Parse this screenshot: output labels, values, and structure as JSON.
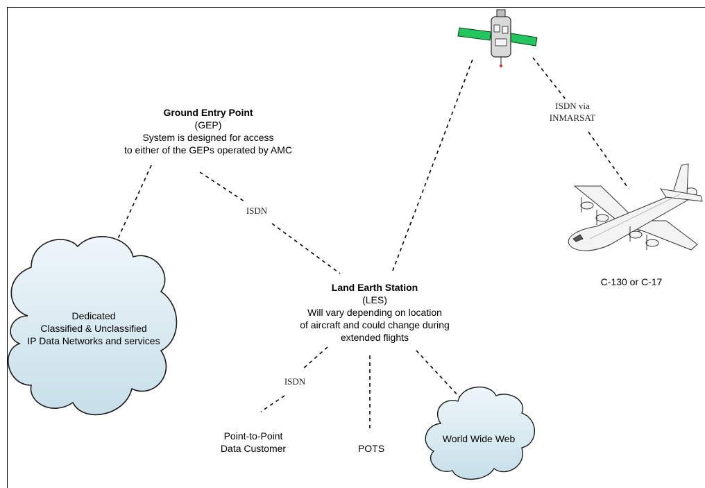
{
  "gep": {
    "title": "Ground Entry Point",
    "abbr": "(GEP)",
    "desc_line1": "System is designed for access",
    "desc_line2": "to either of the GEPs operated by AMC"
  },
  "les": {
    "title": "Land Earth Station",
    "abbr": "(LES)",
    "desc_line1": "Will vary depending on location",
    "desc_line2": "of aircraft and could change during",
    "desc_line3": "extended flights"
  },
  "links": {
    "gep_les": "ISDN",
    "les_p2p": "ISDN",
    "sat_aircraft_line1": "ISDN via",
    "sat_aircraft_line2": "INMARSAT"
  },
  "aircraft": {
    "label": "C-130 or C-17"
  },
  "networks": {
    "line1": "Dedicated",
    "line2": "Classified & Unclassified",
    "line3": "IP Data Networks and services"
  },
  "p2p": {
    "line1": "Point-to-Point",
    "line2": "Data Customer"
  },
  "pots": {
    "label": "POTS"
  },
  "www": {
    "label": "World Wide Web"
  },
  "colors": {
    "cloud_fill": "#dfeef4",
    "cloud_stroke": "#1a1a1a",
    "panel_green": "#22c55e",
    "satellite_body": "#d9d9d9"
  },
  "icons": {
    "satellite": "satellite-icon",
    "aircraft": "aircraft-icon",
    "cloud": "cloud-icon"
  }
}
